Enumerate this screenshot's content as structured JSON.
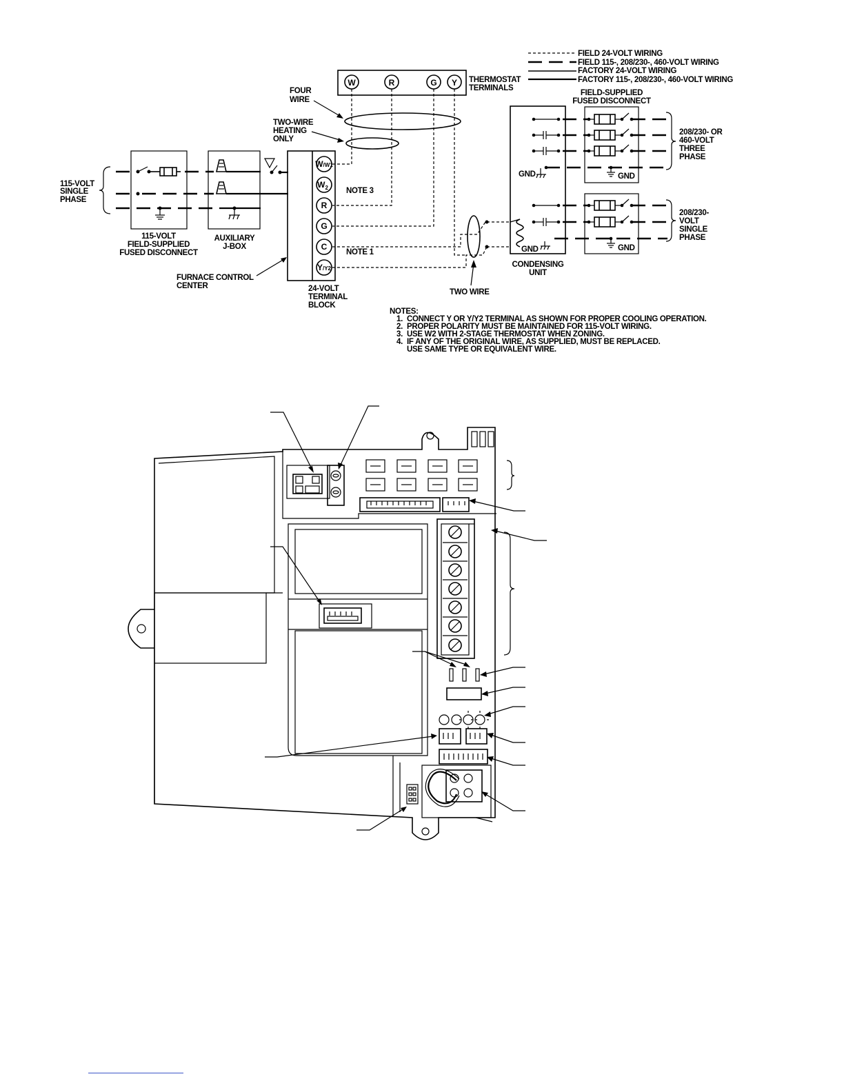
{
  "wiring_diagram": {
    "legend": [
      {
        "style": "field-24v",
        "label": "FIELD 24-VOLT WIRING"
      },
      {
        "style": "field-hv",
        "label": "FIELD 115-, 208/230-, 460-VOLT WIRING"
      },
      {
        "style": "factory-24v",
        "label": "FACTORY 24-VOLT WIRING"
      },
      {
        "style": "factory-hv",
        "label": "FACTORY 115-, 208/230-, 460-VOLT WIRING"
      }
    ],
    "thermostat": {
      "terminals": [
        "W",
        "R",
        "G",
        "Y"
      ],
      "label_line1": "THERMOSTAT",
      "label_line2": "TERMINALS"
    },
    "four_wire": [
      "FOUR",
      "WIRE"
    ],
    "two_wire_heating": [
      "TWO-WIRE",
      "HEATING",
      "ONLY"
    ],
    "supply_115": [
      "115-VOLT",
      "SINGLE",
      "PHASE"
    ],
    "disconnect_115": [
      "115-VOLT",
      "FIELD-SUPPLIED",
      "FUSED DISCONNECT"
    ],
    "jbox": [
      "AUXILIARY",
      "J-BOX"
    ],
    "furnace_control": [
      "FURNACE CONTROL",
      "CENTER"
    ],
    "terminal_block": {
      "terminals": [
        {
          "main": "W",
          "sub": "/W1",
          "pre": true
        },
        {
          "main": "W",
          "sub": "2"
        },
        {
          "main": "R",
          "sub": ""
        },
        {
          "main": "G",
          "sub": ""
        },
        {
          "main": "C",
          "sub": ""
        },
        {
          "main": "Y",
          "sub": "/Y2",
          "pre": true
        }
      ],
      "label": [
        "24-VOLT",
        "TERMINAL",
        "BLOCK"
      ]
    },
    "note3": "NOTE 3",
    "note1": "NOTE 1",
    "two_wire": "TWO WIRE",
    "field_disconnect": [
      "FIELD-SUPPLIED",
      "FUSED DISCONNECT"
    ],
    "three_phase": [
      "208/230- OR",
      "460-VOLT",
      "THREE",
      "PHASE"
    ],
    "single_phase": [
      "208/230-",
      "VOLT",
      "SINGLE",
      "PHASE"
    ],
    "gnd": "GND",
    "condensing_unit": [
      "CONDENSING",
      "UNIT"
    ],
    "notes_title": "NOTES:",
    "notes": [
      [
        "1.",
        "CONNECT Y OR Y/Y2 TERMINAL AS SHOWN FOR PROPER COOLING OPERATION."
      ],
      [
        "2.",
        "PROPER POLARITY MUST BE MAINTAINED FOR 115-VOLT WIRING."
      ],
      [
        "3.",
        "USE W2 WITH 2-STAGE THERMOSTAT WHEN ZONING."
      ],
      [
        "4.",
        "IF ANY OF THE ORIGINAL WIRE, AS SUPPLIED, MUST BE REPLACED."
      ],
      [
        "",
        "USE SAME TYPE OR EQUIVALENT WIRE."
      ]
    ]
  }
}
